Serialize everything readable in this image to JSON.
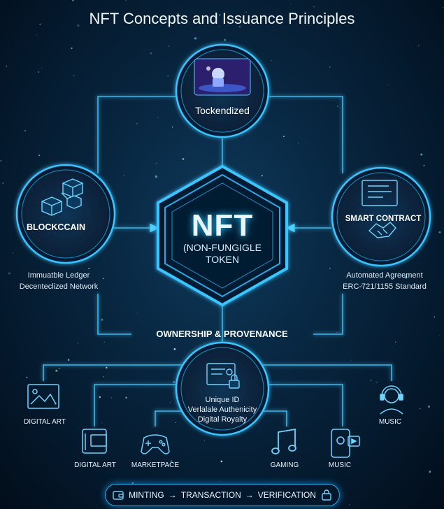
{
  "title": "NFT Concepts and Issuance Principles",
  "nodes": {
    "top": {
      "label": "Tockendized",
      "icon": "tokenized-artwork-icon"
    },
    "left": {
      "label": "BLOCKCCAIN",
      "icon": "blockchain-cubes-icon",
      "desc_line1": "Immuatble Ledger",
      "desc_line2": "Decenteclized Network"
    },
    "right": {
      "label": "SMART CONTRACT",
      "icon": "contract-handshake-icon",
      "desc_line1": "Automated Agreement",
      "desc_line2": "ERC-721/1155 Standard"
    },
    "center": {
      "main": "NFT",
      "sub_line1": "(NON-FUNGIGLE",
      "sub_line2": "TOKEN"
    },
    "bottom": {
      "icon": "certificate-lock-icon",
      "line1": "Unique ID",
      "line2": "Verlalale Authenicity",
      "line3": "Digital Royalty"
    }
  },
  "ownership_label": "OWNERSHIP & PROVENANCE",
  "categories": [
    {
      "label": "DIGITAL ART",
      "icon": "picture-frame-icon"
    },
    {
      "label": "DIGITAL ART",
      "icon": "art-gallery-icon"
    },
    {
      "label": "MARKETPACE",
      "icon": "gamepad-icon"
    },
    {
      "label": "GAMING",
      "icon": "music-note-icon"
    },
    {
      "label": "MUSIC",
      "icon": "media-player-icon"
    },
    {
      "label": "MUSIC",
      "icon": "avatar-headphones-icon"
    }
  ],
  "flow": {
    "step1": "MINTING",
    "step2": "TRANSACTION",
    "step3": "VERIFICATION",
    "arrow": "→"
  },
  "colors": {
    "accent": "#2ec7ff",
    "glow": "#0d7fc0",
    "background": "#04182b"
  }
}
